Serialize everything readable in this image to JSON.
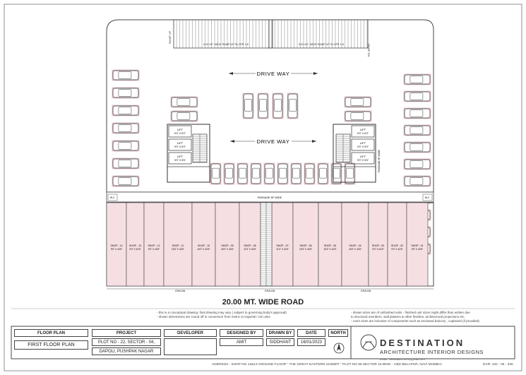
{
  "plan": {
    "ramp_up": "RAMP UP",
    "ramp_dn": "RAMP DN",
    "ramp_left": "6.00 MT. WIDE RAMP UP SLOPE 1:8",
    "ramp_right": "6.00 MT. WIDE RAMP UP SLOPE 1:8",
    "driveway_1": "DRIVE WAY",
    "driveway_2": "DRIVE WAY",
    "passage_h": "PASSAGE 6F WIDE",
    "passage_v": "PASSAGE 6F WIDE",
    "wc_left": "W.C",
    "wc_right": "W.C",
    "chaja": [
      "CHAJJA",
      "CHAJJA",
      "CHAJJA"
    ],
    "lifts_left": [
      {
        "name": "LIFT",
        "size": "9'0\" X 6'0\""
      },
      {
        "name": "LIFT",
        "size": "9'0\" X 6'0\""
      },
      {
        "name": "LIFT",
        "size": "9'0\" X 5'6\""
      }
    ],
    "lifts_right": [
      {
        "name": "LIFT",
        "size": "9'0\" X 6'0\""
      },
      {
        "name": "LIFT",
        "size": "9'0\" X 6'0\""
      },
      {
        "name": "LIFT",
        "size": "9'0\" X 5'6\""
      }
    ],
    "shops_left": [
      {
        "name": "SHOP - 14",
        "size": "9'0\" X 42'6\""
      },
      {
        "name": "SHOP - 13",
        "size": "9'0\" X 42'6\""
      },
      {
        "name": "SHOP - 12",
        "size": "9'0\" X 42'6\""
      },
      {
        "name": "SHOP - 11",
        "size": "16'3\" X 42'6\""
      },
      {
        "name": "SHOP - 10",
        "size": "16'3\" X 42'6\""
      },
      {
        "name": "SHOP - 09",
        "size": "16'3\" X 42'6\""
      },
      {
        "name": "SHOP - 08",
        "size": "11'3\" X 42'6\""
      }
    ],
    "shops_right": [
      {
        "name": "SHOP - 07",
        "size": "11'3\" X 42'6\""
      },
      {
        "name": "SHOP - 06",
        "size": "16'3\" X 42'6\""
      },
      {
        "name": "SHOP - 05",
        "size": "16'3\" X 42'6\""
      },
      {
        "name": "SHOP - 04",
        "size": "16'3\" X 42'6\""
      },
      {
        "name": "SHOP - 03",
        "size": "9'0\" X 42'6\""
      },
      {
        "name": "SHOP - 02",
        "size": "9'0\" X 42'6\""
      },
      {
        "name": "SHOP - 01",
        "size": "9'0\" X 42'6\""
      }
    ],
    "road_label": "20.00 MT. WIDE ROAD"
  },
  "notes": {
    "left": [
      "- this is a conceptual drawing, final drawing may vary ( subject to governing body's approval)",
      "- shown dimensions are round off in conversion from metric to imperial / US units"
    ],
    "right": [
      "- shown sizes are of unfinished units - finished unit sizes might differ than written due",
      "  to structural members, wall plasters & other finishes, architectural projections etc.",
      "- room sizes are inclusive of components such as enclosed balcony , cupboard (if provided)"
    ]
  },
  "titleblock": {
    "floor_plan_h": "FLOOR PLAN",
    "floor_plan_v": "FIRST FLOOR PLAN",
    "project_h": "PROJECT",
    "project_v1": "PLOT NO - 22, SECTOR - 04,",
    "project_v2": "DAPOLI, PUSHPAK NAGAR",
    "developer_h": "DEVELOPER",
    "designed_h": "DESIGNED BY",
    "designed_v": "AMIT",
    "drawn_h": "DRAWN BY",
    "drawn_v": "SIDDHANT",
    "date_h": "DATE",
    "date_v": "16/01/2023",
    "north_h": "NORTH",
    "brand_name": "DESTINATION",
    "brand_sub": "ARCHITECTURE INTERIOR DESIGNS",
    "brand_mail": "Email : destination.in01@gmail.com",
    "address": "ADDRESS - SHOP NO 12&13 GROUND FLOOR \" THE GREAT EASTERN SUMMIT \" PLOT NO 66 SECTOR 15 BING - CBD BELAPUR, NAVI MUMBAI",
    "page": "DAR: 102 - 05 - 325"
  }
}
